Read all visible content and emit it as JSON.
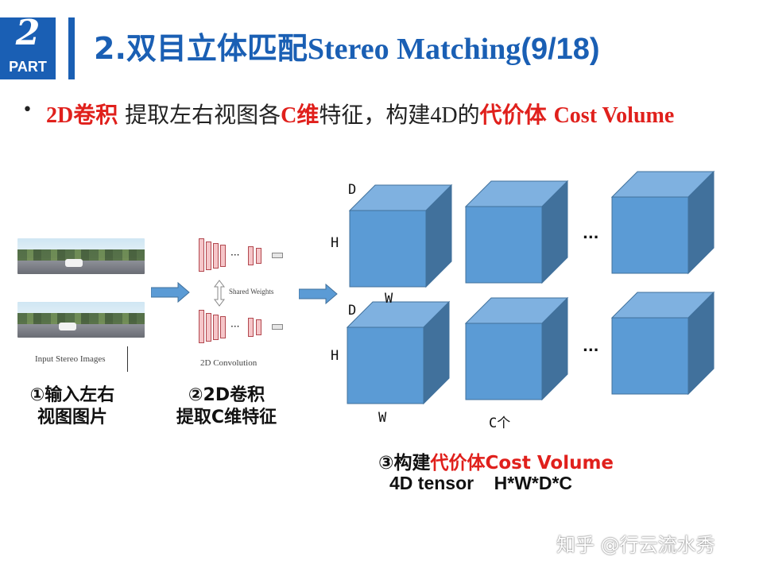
{
  "header": {
    "part_number": "2",
    "part_label": "PART",
    "title_cn": "2.双目立体匹配",
    "title_en": "Stereo Matching",
    "title_page": "(9/18)"
  },
  "bullet": {
    "seg1_red": "2D卷积",
    "seg2": "提取左右视图各",
    "seg3_red": "C维",
    "seg4": "特征，构建",
    "seg5": "4D",
    "seg6": "的",
    "seg7_red": "代价体",
    "seg8_red": "Cost Volume"
  },
  "figure": {
    "input_caption": "Input Stereo Images",
    "shared_weights": "Shared Weights",
    "conv_caption": "2D Convolution",
    "step1_line1": "①输入左右",
    "step1_line2": "视图图片",
    "step2_line1": "②2D卷积",
    "step2_line2": "提取C维特征",
    "axis_d": "D",
    "axis_h": "H",
    "axis_w": "W",
    "ellipsis": "...",
    "c_count": "C个",
    "step3_prefix": "③构建",
    "step3_red": "代价体Cost Volume",
    "tensor_label": "4D tensor    H*W*D*C",
    "cube_colors": {
      "front": "#5b9bd5",
      "top": "#7fb1e0",
      "side": "#41719c"
    },
    "arrow_color": "#5b9bd5"
  },
  "watermark": "知乎 @行云流水秀"
}
